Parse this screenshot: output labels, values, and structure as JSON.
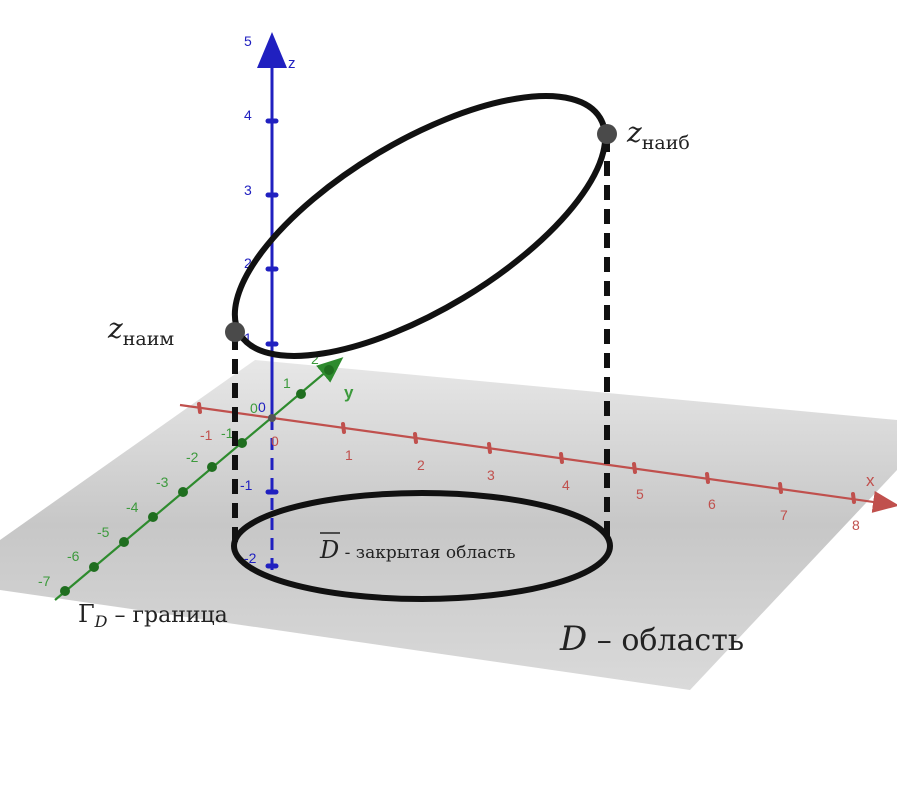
{
  "axes": {
    "x": {
      "name": "x",
      "ticks": [
        "-1",
        "0",
        "1",
        "2",
        "3",
        "4",
        "5",
        "6",
        "7",
        "8"
      ]
    },
    "y": {
      "name": "y",
      "ticks": [
        "-7",
        "-6",
        "-5",
        "-4",
        "-3",
        "-2",
        "-1",
        "0",
        "1",
        "2"
      ]
    },
    "z": {
      "name": "z",
      "ticks": [
        "-2",
        "-1",
        "0",
        "1",
        "2",
        "3",
        "4",
        "5"
      ]
    }
  },
  "labels": {
    "z_min": {
      "base": "z",
      "sub": "наим"
    },
    "z_max": {
      "base": "z",
      "sub": "наиб"
    },
    "closed_region": {
      "symbol": "D",
      "text": " - закрытая область"
    },
    "boundary": {
      "symbol": "Γ",
      "sub": "D",
      "text": " – граница"
    },
    "region": {
      "symbol": "D",
      "text": " – область"
    }
  },
  "colors": {
    "x_axis": "#c0504d",
    "y_axis": "#2e8b2e",
    "z_axis": "#2020c0",
    "plane": "#bdbdbd",
    "curve": "#111111"
  }
}
